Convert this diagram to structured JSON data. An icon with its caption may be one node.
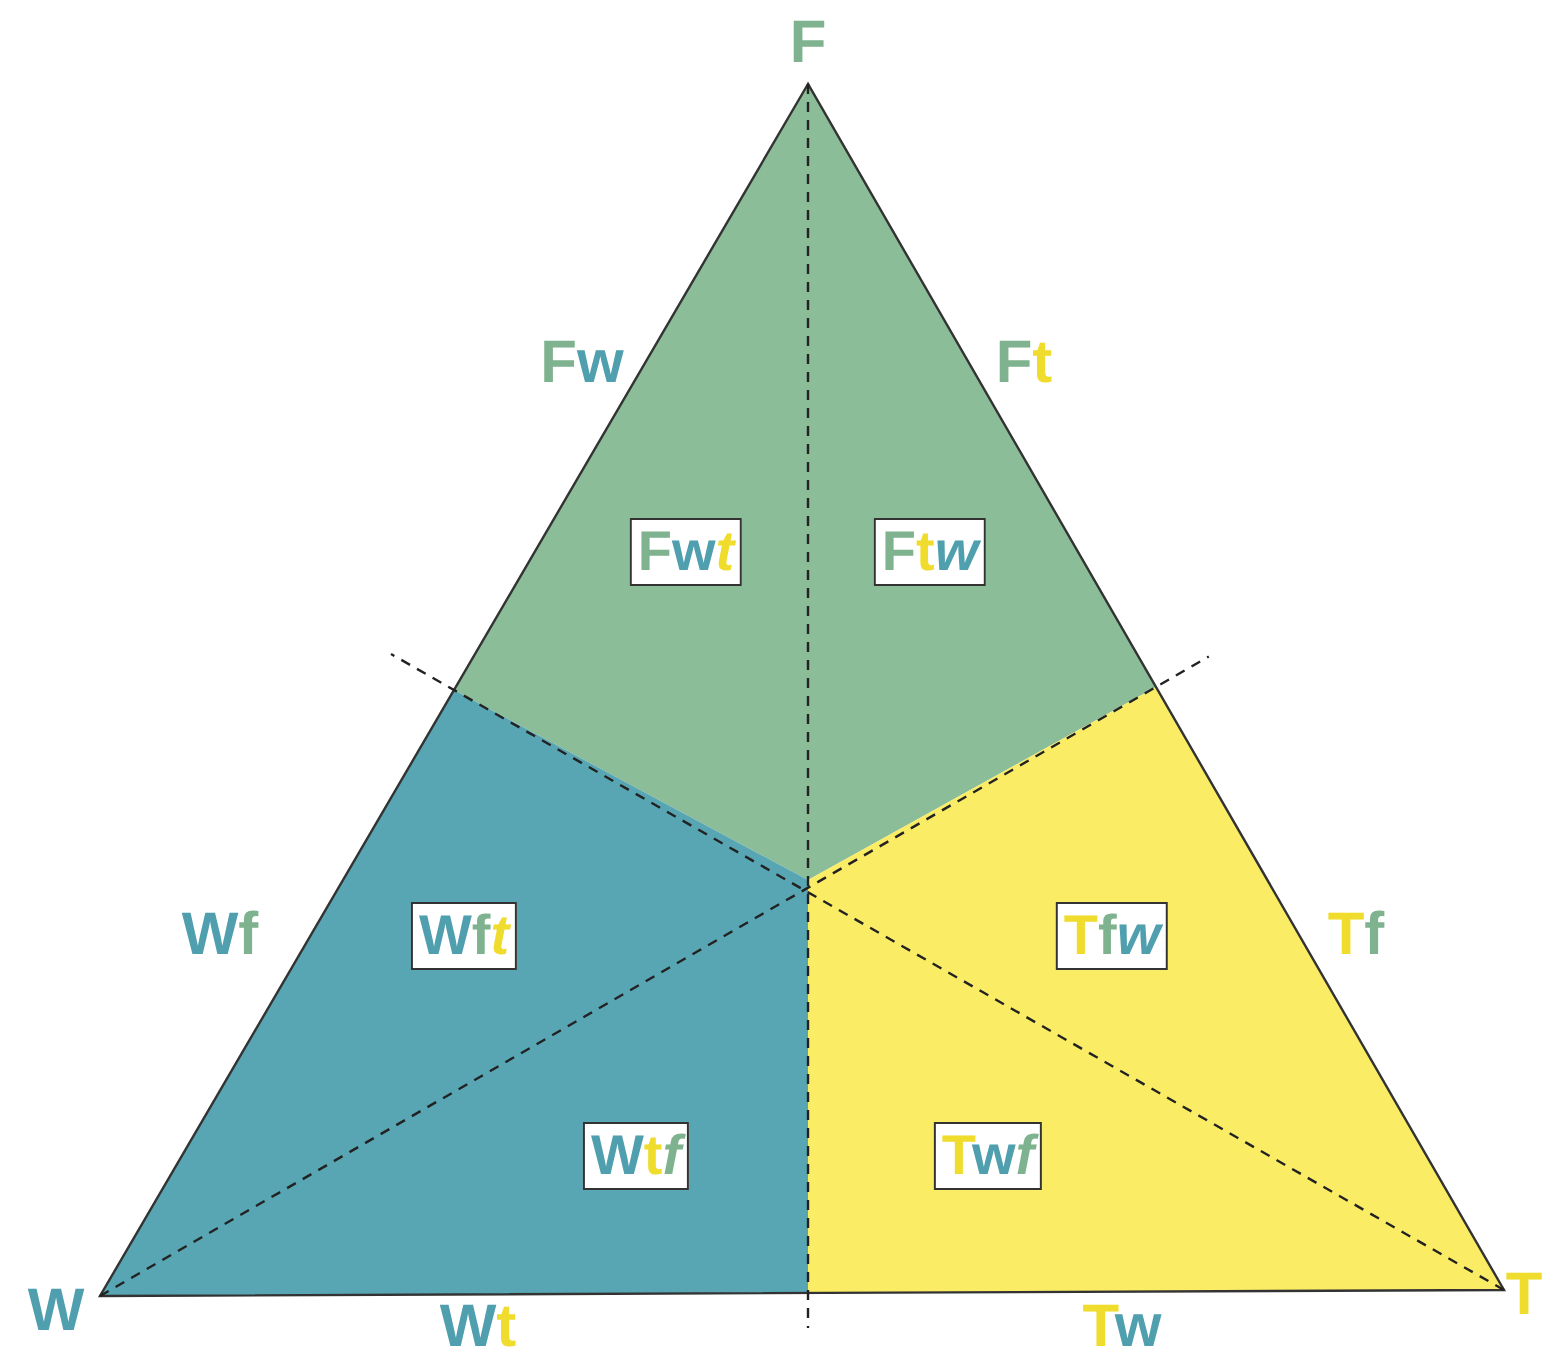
{
  "diagram": {
    "nodes": [
      {
        "text": [
          "Fwt"
        ]
      },
      {
        "text": [
          "Ftw"
        ]
      },
      {
        "text": [
          "Wft"
        ]
      },
      {
        "text": [
          "Tfw"
        ]
      },
      {
        "text": [
          "Wtf"
        ]
      },
      {
        "text": [
          "Twf"
        ]
      }
    ],
    "labels": [
      "F",
      "Fw",
      "Ft",
      "Wf",
      "Tf",
      "W",
      "Wt",
      "T",
      "Tw"
    ]
  }
}
